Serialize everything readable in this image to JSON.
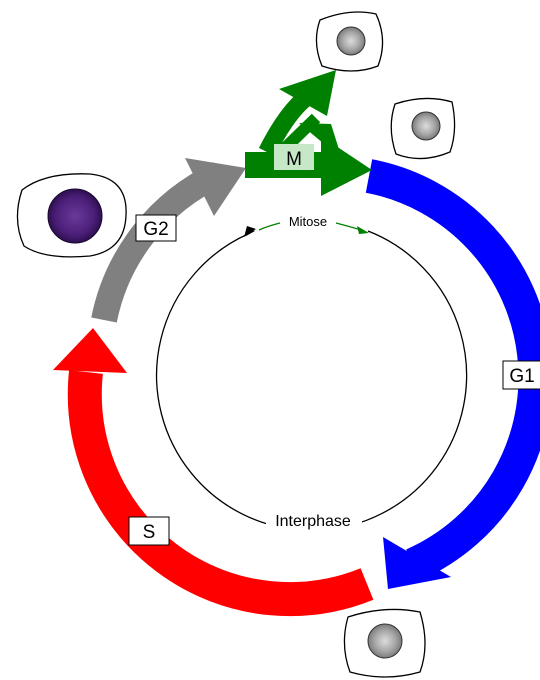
{
  "diagram": {
    "phases": {
      "g1": {
        "label": "G1",
        "color": "#0000ff"
      },
      "s": {
        "label": "S",
        "color": "#ff0000"
      },
      "g2": {
        "label": "G2",
        "color": "#808080"
      },
      "m": {
        "label": "M",
        "color": "#008000"
      }
    },
    "inner": {
      "mitose": "Mitose",
      "interphase": "Interphase"
    },
    "cells": [
      {
        "name": "cell-large-dark",
        "nucleus": "#4b1f78"
      },
      {
        "name": "cell-top",
        "nucleus": "#a0a0a0"
      },
      {
        "name": "cell-right",
        "nucleus": "#a0a0a0"
      },
      {
        "name": "cell-bottom",
        "nucleus": "#a0a0a0"
      }
    ]
  }
}
